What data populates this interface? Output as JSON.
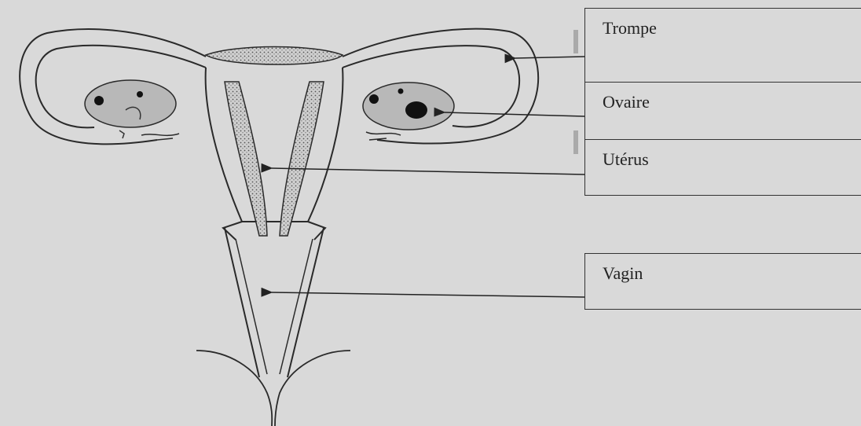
{
  "labels": [
    {
      "id": "trompe",
      "text": "Trompe"
    },
    {
      "id": "ovaire",
      "text": "Ovaire"
    },
    {
      "id": "uterus",
      "text": "Utérus"
    },
    {
      "id": "vagin",
      "text": "Vagin"
    }
  ],
  "colors": {
    "background": "#d9d9d9",
    "outline": "#2a2a2a",
    "ovary_fill": "#b8b8b8",
    "stipple": "#555555"
  }
}
